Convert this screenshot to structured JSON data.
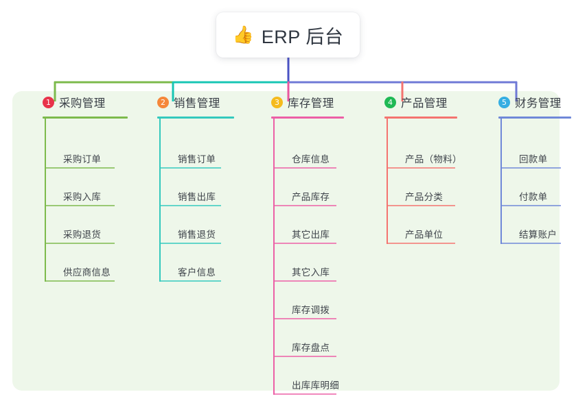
{
  "root": {
    "icon": "thumbs-up-icon",
    "icon_glyph": "👍",
    "label": "ERP 后台"
  },
  "panel": {
    "background": "#eef7ea"
  },
  "connector_colors": {
    "trunk": "#4a52c4",
    "branch1": "#7cba4c",
    "branch2": "#18c6b4",
    "branch3": "#e9579f",
    "branch4": "#f4736f",
    "branch5": "#6f79d6"
  },
  "columns": [
    {
      "number": "1",
      "title": "采购管理",
      "badge_color": "#e8334a",
      "line_color": "#7cba4c",
      "items": [
        {
          "label": "采购订单"
        },
        {
          "label": "采购入库"
        },
        {
          "label": "采购退货"
        },
        {
          "label": "供应商信息"
        }
      ]
    },
    {
      "number": "2",
      "title": "销售管理",
      "badge_color": "#f5873a",
      "line_color": "#33c9bd",
      "items": [
        {
          "label": "销售订单"
        },
        {
          "label": "销售出库"
        },
        {
          "label": "销售退货"
        },
        {
          "label": "客户信息"
        }
      ]
    },
    {
      "number": "3",
      "title": "库存管理",
      "badge_color": "#f5bb1d",
      "line_color": "#ec5fa6",
      "items": [
        {
          "label": "仓库信息"
        },
        {
          "label": "产品库存"
        },
        {
          "label": "其它出库"
        },
        {
          "label": "其它入库"
        },
        {
          "label": "库存调拨"
        },
        {
          "label": "库存盘点"
        },
        {
          "label": "出库库明细"
        }
      ]
    },
    {
      "number": "4",
      "title": "产品管理",
      "badge_color": "#1fb955",
      "line_color": "#f4736f",
      "items": [
        {
          "label": "产品（物料）"
        },
        {
          "label": "产品分类"
        },
        {
          "label": "产品单位"
        }
      ]
    },
    {
      "number": "5",
      "title": "财务管理",
      "badge_color": "#35aee2",
      "line_color": "#6f88d8",
      "items": [
        {
          "label": "回款单"
        },
        {
          "label": "付款单"
        },
        {
          "label": "结算账户"
        }
      ]
    }
  ]
}
